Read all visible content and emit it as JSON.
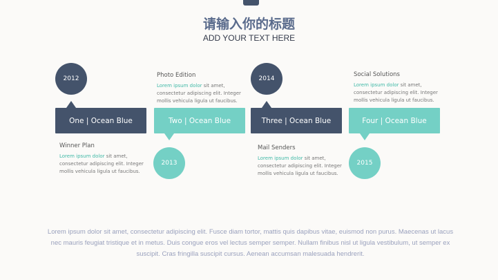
{
  "header": {
    "title": "请输入你的标题",
    "subtitle": "ADD YOUR TEXT HERE"
  },
  "colors": {
    "dark": "#44536b",
    "teal": "#74d0c5"
  },
  "timeline": [
    {
      "year": "2012",
      "label": "One | Ocean Blue",
      "heading": "Winner Plan",
      "highlight": "Lorem ipsum dolor",
      "text": " sit amet, consectetur adipiscing elit. Integer mollis vehicula ligula ut faucibus."
    },
    {
      "year": "2013",
      "label": "Two | Ocean Blue",
      "heading": "Photo Edition",
      "highlight": "Lorem ipsum dolor",
      "text": " sit amet, consectetur adipiscing elit. Integer mollis vehicula ligula ut faucibus."
    },
    {
      "year": "2014",
      "label": "Three | Ocean Blue",
      "heading": "Mail Senders",
      "highlight": "Lorem ipsum dolor",
      "text": " sit amet, consectetur adipiscing elit. Integer mollis vehicula ligula ut faucibus."
    },
    {
      "year": "2015",
      "label": "Four | Ocean Blue",
      "heading": "Social Solutions",
      "highlight": "Lorem ipsum dolor",
      "text": " sit amet, consectetur adipiscing elit. Integer mollis vehicula ligula ut faucibus."
    }
  ],
  "footer": "Lorem ipsum dolor sit amet, consectetur adipiscing elit. Fusce diam tortor, mattis quis dapibus vitae, euismod non purus. Maecenas ut lacus nec mauris feugiat tristique et in metus. Duis congue eros vel lectus semper semper. Nullam finibus nisl ut ligula vestibulum, ut semper ex suscipit. Cras fringilla suscipit cursus. Aenean accumsan malesuada hendrerit."
}
